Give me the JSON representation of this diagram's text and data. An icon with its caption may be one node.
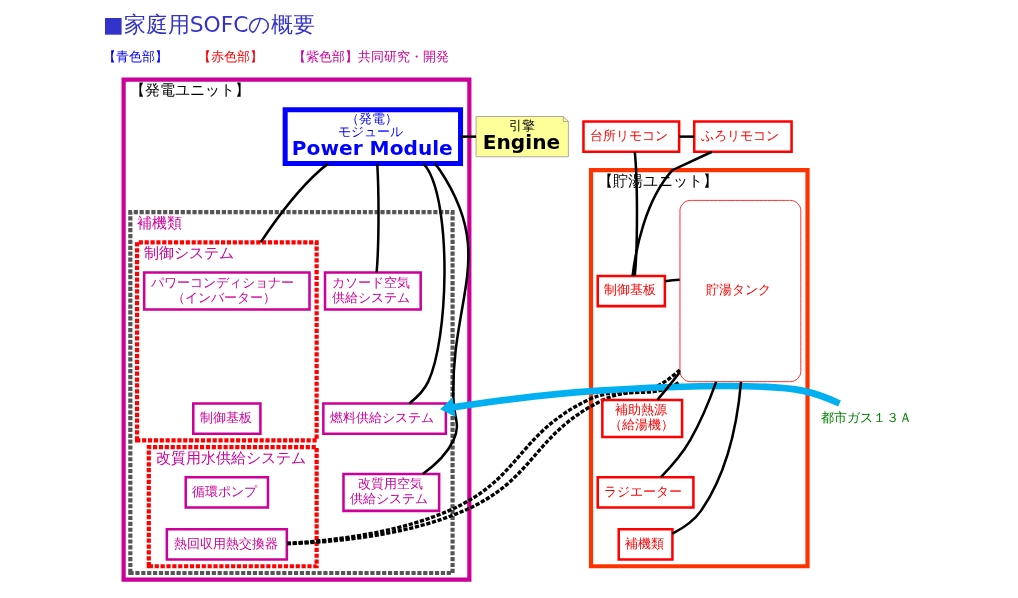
{
  "diagram": {
    "title": "■家庭用SOFCの概要",
    "nodes": [
      {
        "text": [
          "【発電ユニット】"
        ]
      },
      {
        "text": [
          "（発電）モジュール",
          "Power Module"
        ],
        "in": 0
      },
      {
        "text": [
          "補機類"
        ],
        "in": 0
      },
      {
        "text": [
          "制御システム"
        ],
        "in": 2
      },
      {
        "text": [
          "パワーコンディショナー（インバーター）"
        ],
        "in": 3
      },
      {
        "text": [
          "制御基板"
        ],
        "in": 3
      },
      {
        "text": [
          "改質用水供給システム"
        ],
        "in": 2
      },
      {
        "text": [
          "循環ポンプ"
        ],
        "in": 6
      },
      {
        "text": [
          "熱回収用熱交換器"
        ],
        "in": 6
      },
      {
        "text": [
          "カソード空気供給システム"
        ],
        "in": 2
      },
      {
        "text": [
          "燃料供給システム"
        ],
        "in": 2
      },
      {
        "text": [
          "改質用空気供給システム"
        ],
        "in": 2
      },
      {
        "text": [
          "都市ガス１３Ａ"
        ]
      },
      {
        "text": [
          "引擎",
          "Engine"
        ]
      },
      {
        "text": [
          "台所リモコン"
        ]
      },
      {
        "text": [
          "ふろリモコン"
        ]
      },
      {
        "text": [
          "【貯湯ユニット】"
        ]
      },
      {
        "text": [
          "制御基板"
        ],
        "in": 16
      },
      {
        "text": [
          "補助熱源（給湯機）"
        ],
        "in": 16
      },
      {
        "text": [
          "ラジエーター"
        ],
        "in": 16
      },
      {
        "text": [
          "補機類"
        ],
        "in": 16
      },
      {
        "text": [
          "貯湯タンク"
        ],
        "in": 16
      }
    ],
    "edges": [
      {
        "from": 1,
        "to": 9,
        "arrow": "none"
      },
      {
        "from": 1,
        "to": 10,
        "arrow": "none"
      },
      {
        "from": 1,
        "to": 11,
        "arrow": "none"
      },
      {
        "from": 1,
        "to": 3,
        "arrow": "none"
      },
      {
        "from": 12,
        "to": 10,
        "arrow": "to",
        "style": "thick",
        "color": "#00b0f0"
      },
      {
        "from": 13,
        "to": 1,
        "arrow": "none"
      },
      {
        "from": 14,
        "to": 15,
        "arrow": "none"
      },
      {
        "from": 14,
        "to": 17,
        "arrow": "none"
      },
      {
        "from": 15,
        "to": 17,
        "arrow": "none"
      },
      {
        "from": 17,
        "to": 21,
        "arrow": "none"
      },
      {
        "from": 18,
        "to": 21,
        "arrow": "none"
      },
      {
        "from": 19,
        "to": 21,
        "arrow": "none"
      },
      {
        "from": 20,
        "to": 21,
        "arrow": "none"
      },
      {
        "from": 8,
        "to": 21,
        "arrow": "none",
        "style": "dashed"
      },
      {
        "from": 8,
        "to": 21,
        "arrow": "none",
        "style": "dashed"
      }
    ],
    "labels": [
      "【青色部】",
      "【赤色部】",
      "【紫色部】共同研究・開発"
    ]
  }
}
